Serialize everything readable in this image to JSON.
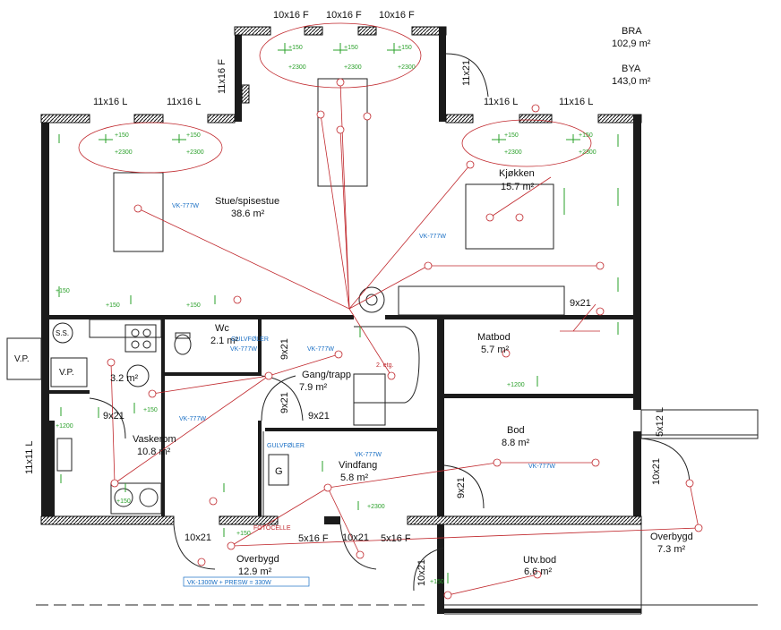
{
  "summary": {
    "bra_label": "BRA",
    "bra_value": "102,9 m²",
    "bya_label": "BYA",
    "bya_value": "143,0 m²"
  },
  "rooms": {
    "stue_name": "Stue/spisestue",
    "stue_area": "38.6 m²",
    "kjokken_name": "Kjøkken",
    "kjokken_area": "15.7 m²",
    "wc_name": "Wc",
    "wc_area": "2.1 m²",
    "small_area": "3.2 m²",
    "gang_name": "Gang/trapp",
    "gang_area": "7.9 m²",
    "matbod_name": "Matbod",
    "matbod_area": "5.7 m²",
    "vaskerom_name": "Vaskerom",
    "vaskerom_area": "10.8 m²",
    "bod_name": "Bod",
    "bod_area": "8.8 m²",
    "vindfang_name": "Vindfang",
    "vindfang_area": "5.8 m²",
    "overbygd1_name": "Overbygd",
    "overbygd1_area": "12.9 m²",
    "overbygd2_name": "Overbygd",
    "overbygd2_area": "7.3 m²",
    "utvbod_name": "Utv.bod",
    "utvbod_area": "6.6 m²"
  },
  "dimensions": {
    "top1": "10x16 F",
    "top2": "10x16 F",
    "top3": "10x16 F",
    "left_bay": "11x16 F",
    "right_bay": "11x21",
    "win_l1": "11x16 L",
    "win_l2": "11x16 L",
    "win_r1": "11x16 L",
    "win_r2": "11x16 L",
    "door_9x21_a": "9x21",
    "door_9x21_b": "9x21",
    "door_9x21_c": "9x21",
    "door_9x21_d": "9x21",
    "door_9x21_e": "9x21",
    "door_9x21_f": "9x21",
    "left_11x11": "11x11 L",
    "right_5x12": "5x12 L",
    "d10x21_a": "10x21",
    "d10x21_b": "10x21",
    "d10x21_c": "10x21",
    "d10x21_d": "10x21",
    "f5x16_a": "5x16 F",
    "f5x16_b": "5x16 F"
  },
  "labels": {
    "vp1": "V.P.",
    "vp2": "V.P.",
    "ss": "S.S.",
    "g": "G",
    "etg": "2. etg."
  },
  "notes": {
    "vk1": "VK-777W",
    "vk2": "VK-777W",
    "vk3": "VK-777W",
    "vk4": "VK-777W",
    "vk5": "VK-777W",
    "vk6": "VK-777W",
    "vk7": "VK-777W",
    "gulv1": "GULVFØLER",
    "gulv2": "GULVFØLER",
    "fotocelle": "FOTOCELLE",
    "bottom": "VK-1300W + PRESW = 330W"
  },
  "colors": {
    "wall": "#1b1b1b",
    "electric": "#c0282d",
    "outlet": "#2aa02a",
    "note": "#1a6fc4"
  }
}
